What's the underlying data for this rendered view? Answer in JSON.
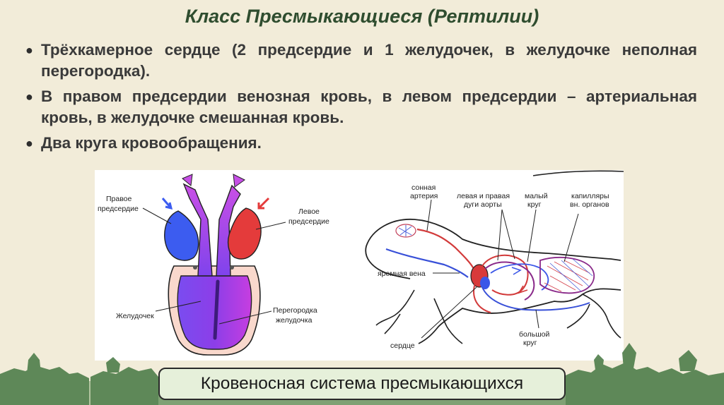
{
  "slide": {
    "title": "Класс Пресмыкающиеся (Рептилии)",
    "bullets": [
      "Трёхкамерное сердце (2 предсердие и 1 желудочек, в желудочке неполная перегородка).",
      "В правом предсердии венозная кровь, в левом предсердии – артериальная кровь, в желудочке смешанная кровь.",
      "Два круга кровообращения."
    ],
    "bullet_icon": "bullet-dot-icon",
    "caption": "Кровеносная система пресмыкающихся"
  },
  "heart_diagram": {
    "label_right_atrium": [
      "Правое",
      "предсердие"
    ],
    "label_left_atrium": [
      "Левое",
      "предсердие"
    ],
    "label_ventricle": "Желудочек",
    "label_septum": [
      "Перегородка",
      "желудочка"
    ]
  },
  "body_diagram": {
    "label_carotid": [
      "сонная",
      "артерия"
    ],
    "label_aortic_arches": [
      "левая и правая",
      "дуги аорты"
    ],
    "label_small_circle": [
      "малый",
      "круг"
    ],
    "label_capillaries": [
      "капилляры",
      "вн. органов"
    ],
    "label_jugular": "яремная вена",
    "label_heart": "сердце",
    "label_big_circle": [
      "большой",
      "круг"
    ]
  },
  "colors": {
    "venous": "#3b57e8",
    "arterial": "#e23a3a",
    "mixed": "#9a3de8",
    "title": "#2f4d2f",
    "silhouettes": "#4f7e4b"
  }
}
